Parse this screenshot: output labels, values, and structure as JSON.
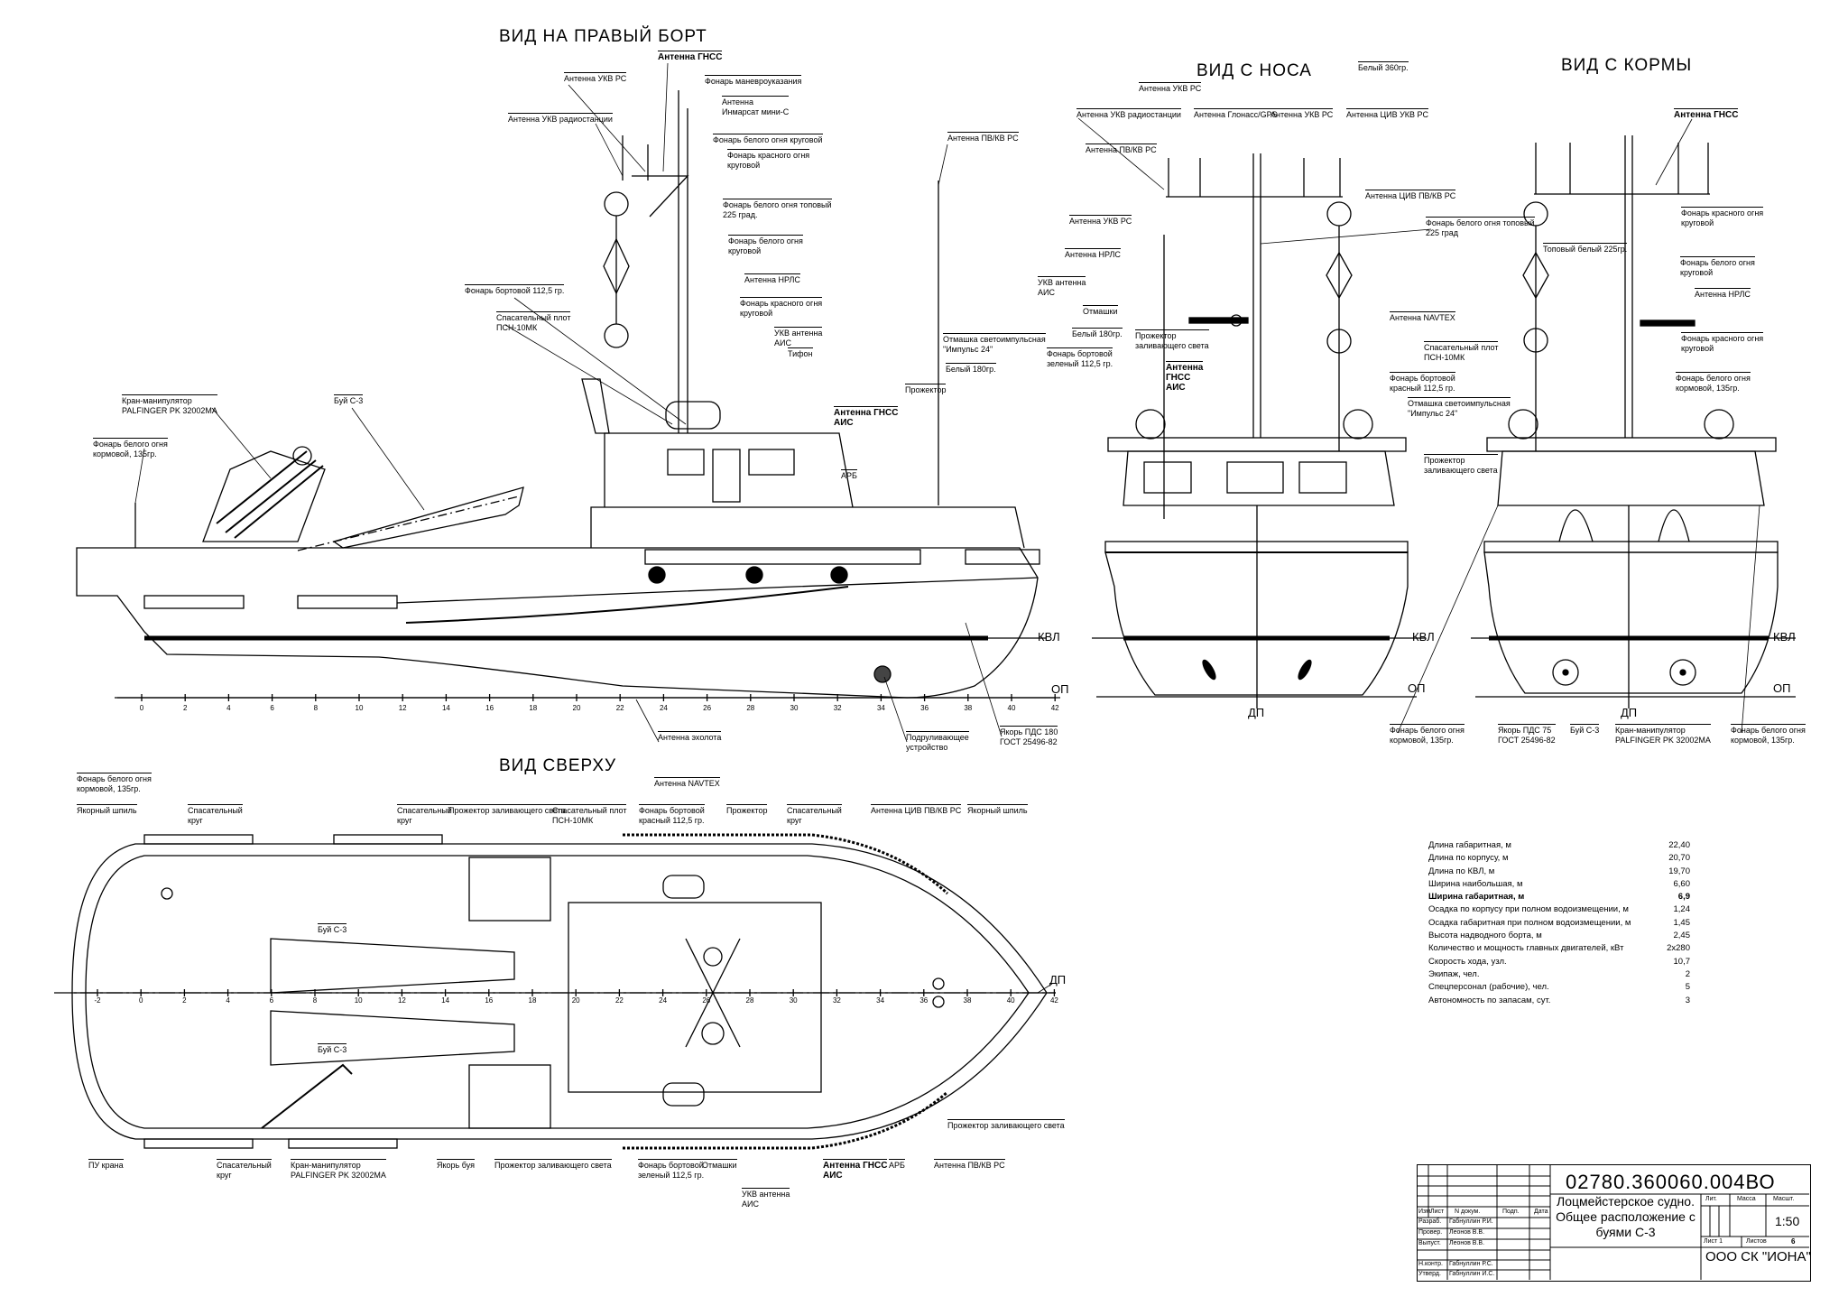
{
  "side": {
    "title": "ВИД НА ПРАВЫЙ БОРТ",
    "labels": [
      "Антенна ГНСС",
      "Антенна УКВ РС",
      "Фонарь маневроуказания",
      "Антенна\nИнмарсат мини-С",
      "Антенна УКВ радиостанции",
      "Фонарь белого огня круговой",
      "Фонарь красного огня\nкруговой",
      "Фонарь белого огня топовый\n225 град.",
      "Фонарь белого огня\nкруговой",
      "Антенна НРЛС",
      "Фонарь красного огня\nкруговой",
      "Фонарь бортовой 112,5 гр.",
      "Спасательный плот\nПСН-10МК",
      "УКВ антенна\nАИС",
      "Тифон",
      "Антенна ПВ/КВ РС",
      "Отмашка светоимпульсная\n\"Импульс 24\"",
      "Белый 180гр.",
      "Прожектор",
      "Антенна ГНСС\nАИС",
      "Кран-манипулятор\nPALFINGER PK 32002MA",
      "Буй С-3",
      "Фонарь белого огня\nкормовой, 135гр.",
      "АРБ",
      "Антенна эхолота",
      "Подруливающее\nустройство",
      "Якорь ПДС 180\nГОСТ 25496-82"
    ],
    "kvl": "КВЛ",
    "op": "ОП",
    "ticks": [
      "0",
      "2",
      "4",
      "6",
      "8",
      "10",
      "12",
      "14",
      "16",
      "18",
      "20",
      "22",
      "24",
      "26",
      "28",
      "30",
      "32",
      "34",
      "36",
      "38",
      "40",
      "42"
    ]
  },
  "front": {
    "title": "ВИД С НОСА",
    "labels": [
      "Белый 360гр.",
      "Антенна УКВ РС",
      "Антенна УКВ радиостанции",
      "Антенна Глонасс/GPS",
      "Антенна УКВ РС",
      "Антенна ЦИВ УКВ РС",
      "Антенна ПВ/КВ РС",
      "Антенна ЦИВ ПВ/КВ РС",
      "Фонарь белого огня топовый\n225 град",
      "Антенна УКВ РС",
      "Антенна НРЛС",
      "УКВ антенна\nАИС",
      "Отмашки",
      "Белый 180гр.",
      "Фонарь бортовой\nзеленый 112,5 гр.",
      "Прожектор\nзаливающего света",
      "Антенна\nГНСС\nАИС",
      "Антенна NAVTEX",
      "Спасательный плот\nПСН-10МК",
      "Фонарь бортовой\nкрасный 112,5 гр.",
      "Отмашка светоимпульсная\n\"Импульс 24\"",
      "Прожектор\nзаливающего света"
    ],
    "kvl": "КВЛ",
    "op": "ОП",
    "dp": "ДП"
  },
  "stern": {
    "title": "ВИД С КОРМЫ",
    "labels": [
      "Антенна ГНСС",
      "Фонарь красного огня\nкруговой",
      "Топовый белый 225гр.",
      "Фонарь белого огня\nкруговой",
      "Антенна НРЛС",
      "Фонарь красного огня\nкруговой",
      "Фонарь белого огня\nкормовой, 135гр.",
      "Фонарь белого огня\nкормовой, 135гр.",
      "Якорь ПДС 75\nГОСТ 25496-82",
      "Буй С-3",
      "Кран-манипулятор\nPALFINGER PK 32002MA",
      "Фонарь белого огня\nкормовой, 135гр."
    ],
    "kvl": "КВЛ",
    "op": "ОП",
    "dp": "ДП"
  },
  "top": {
    "title": "ВИД СВЕРХУ",
    "labels": [
      "Фонарь белого огня\nкормовой, 135гр.",
      "Якорный шпиль",
      "Спасательный\nкруг",
      "Спасательный\nкруг",
      "Прожектор заливающего света",
      "Спасательный плот\nПСН-10МК",
      "Антенна NAVTEX",
      "Фонарь бортовой\nкрасный 112,5 гр.",
      "Прожектор",
      "Спасательный\nкруг",
      "Антенна ЦИВ ПВ/КВ РС",
      "Якорный шпиль",
      "Буй С-3",
      "Буй С-3",
      "ПУ крана",
      "Спасательный\nкруг",
      "Кран-манипулятор\nPALFINGER PK 32002MA",
      "Якорь буя",
      "Прожектор заливающего света",
      "Фонарь бортовой\nзеленый 112,5 гр.",
      "Отмашки",
      "УКВ антенна\nАИС",
      "Антенна ГНСС\nАИС",
      "АРБ",
      "Антенна ПВ/КВ РС",
      "Прожектор заливающего света"
    ],
    "dp": "ДП",
    "ticks": [
      "-2",
      "0",
      "2",
      "4",
      "6",
      "8",
      "10",
      "12",
      "14",
      "16",
      "18",
      "20",
      "22",
      "24",
      "26",
      "28",
      "30",
      "32",
      "34",
      "36",
      "38",
      "40",
      "42"
    ]
  },
  "specs": [
    {
      "label": "Длина габаритная, м",
      "value": "22,40"
    },
    {
      "label": "Длина по корпусу, м",
      "value": "20,70"
    },
    {
      "label": "Длина по КВЛ, м",
      "value": "19,70"
    },
    {
      "label": "Ширина наибольшая, м",
      "value": "6,60"
    },
    {
      "label": "Ширина габаритная, м",
      "value": "6,9",
      "bold": true
    },
    {
      "label": "Осадка по корпусу при полном водоизмещении, м",
      "value": "1,24"
    },
    {
      "label": "Осадка габаритная при полном водоизмещении, м",
      "value": "1,45"
    },
    {
      "label": "Высота надводного борта, м",
      "value": "2,45"
    },
    {
      "label": "Количество и мощность главных двигателей, кВт",
      "value": "2x280"
    },
    {
      "label": "Скорость хода, узл.",
      "value": "10,7"
    },
    {
      "label": "Экипаж, чел.",
      "value": "2"
    },
    {
      "label": "Спецперсонал (рабочие), чел.",
      "value": "5"
    },
    {
      "label": "Автономность по запасам, сут.",
      "value": "3"
    }
  ],
  "title_block": {
    "doc_number": "02780.360060.004ВО",
    "title": "Лоцмейстерское судно.\nОбщее расположение с\nбуями С-3",
    "headers": {
      "izm": "Изм.",
      "list": "Лист",
      "ndoc": "N докум.",
      "podp": "Подп.",
      "data": "Дата"
    },
    "roles": [
      {
        "role": "Разраб.",
        "name": "Габнуллин Р.И."
      },
      {
        "role": "Провер.",
        "name": "Леонов В.В."
      },
      {
        "role": "Выпуст.",
        "name": "Леонов В.В."
      },
      {
        "role": "Н.контр.",
        "name": "Габнуллин Р.С."
      },
      {
        "role": "Утверд.",
        "name": "Габнуллин И.С."
      }
    ],
    "lit": "Лит.",
    "massa": "Масса",
    "masshtab": "Масшт.",
    "scale": "1:50",
    "sheet": "Лист 1",
    "sheets": "Листов",
    "sheets_value": "6",
    "organization": "ООО СК \"ИОНА\""
  }
}
